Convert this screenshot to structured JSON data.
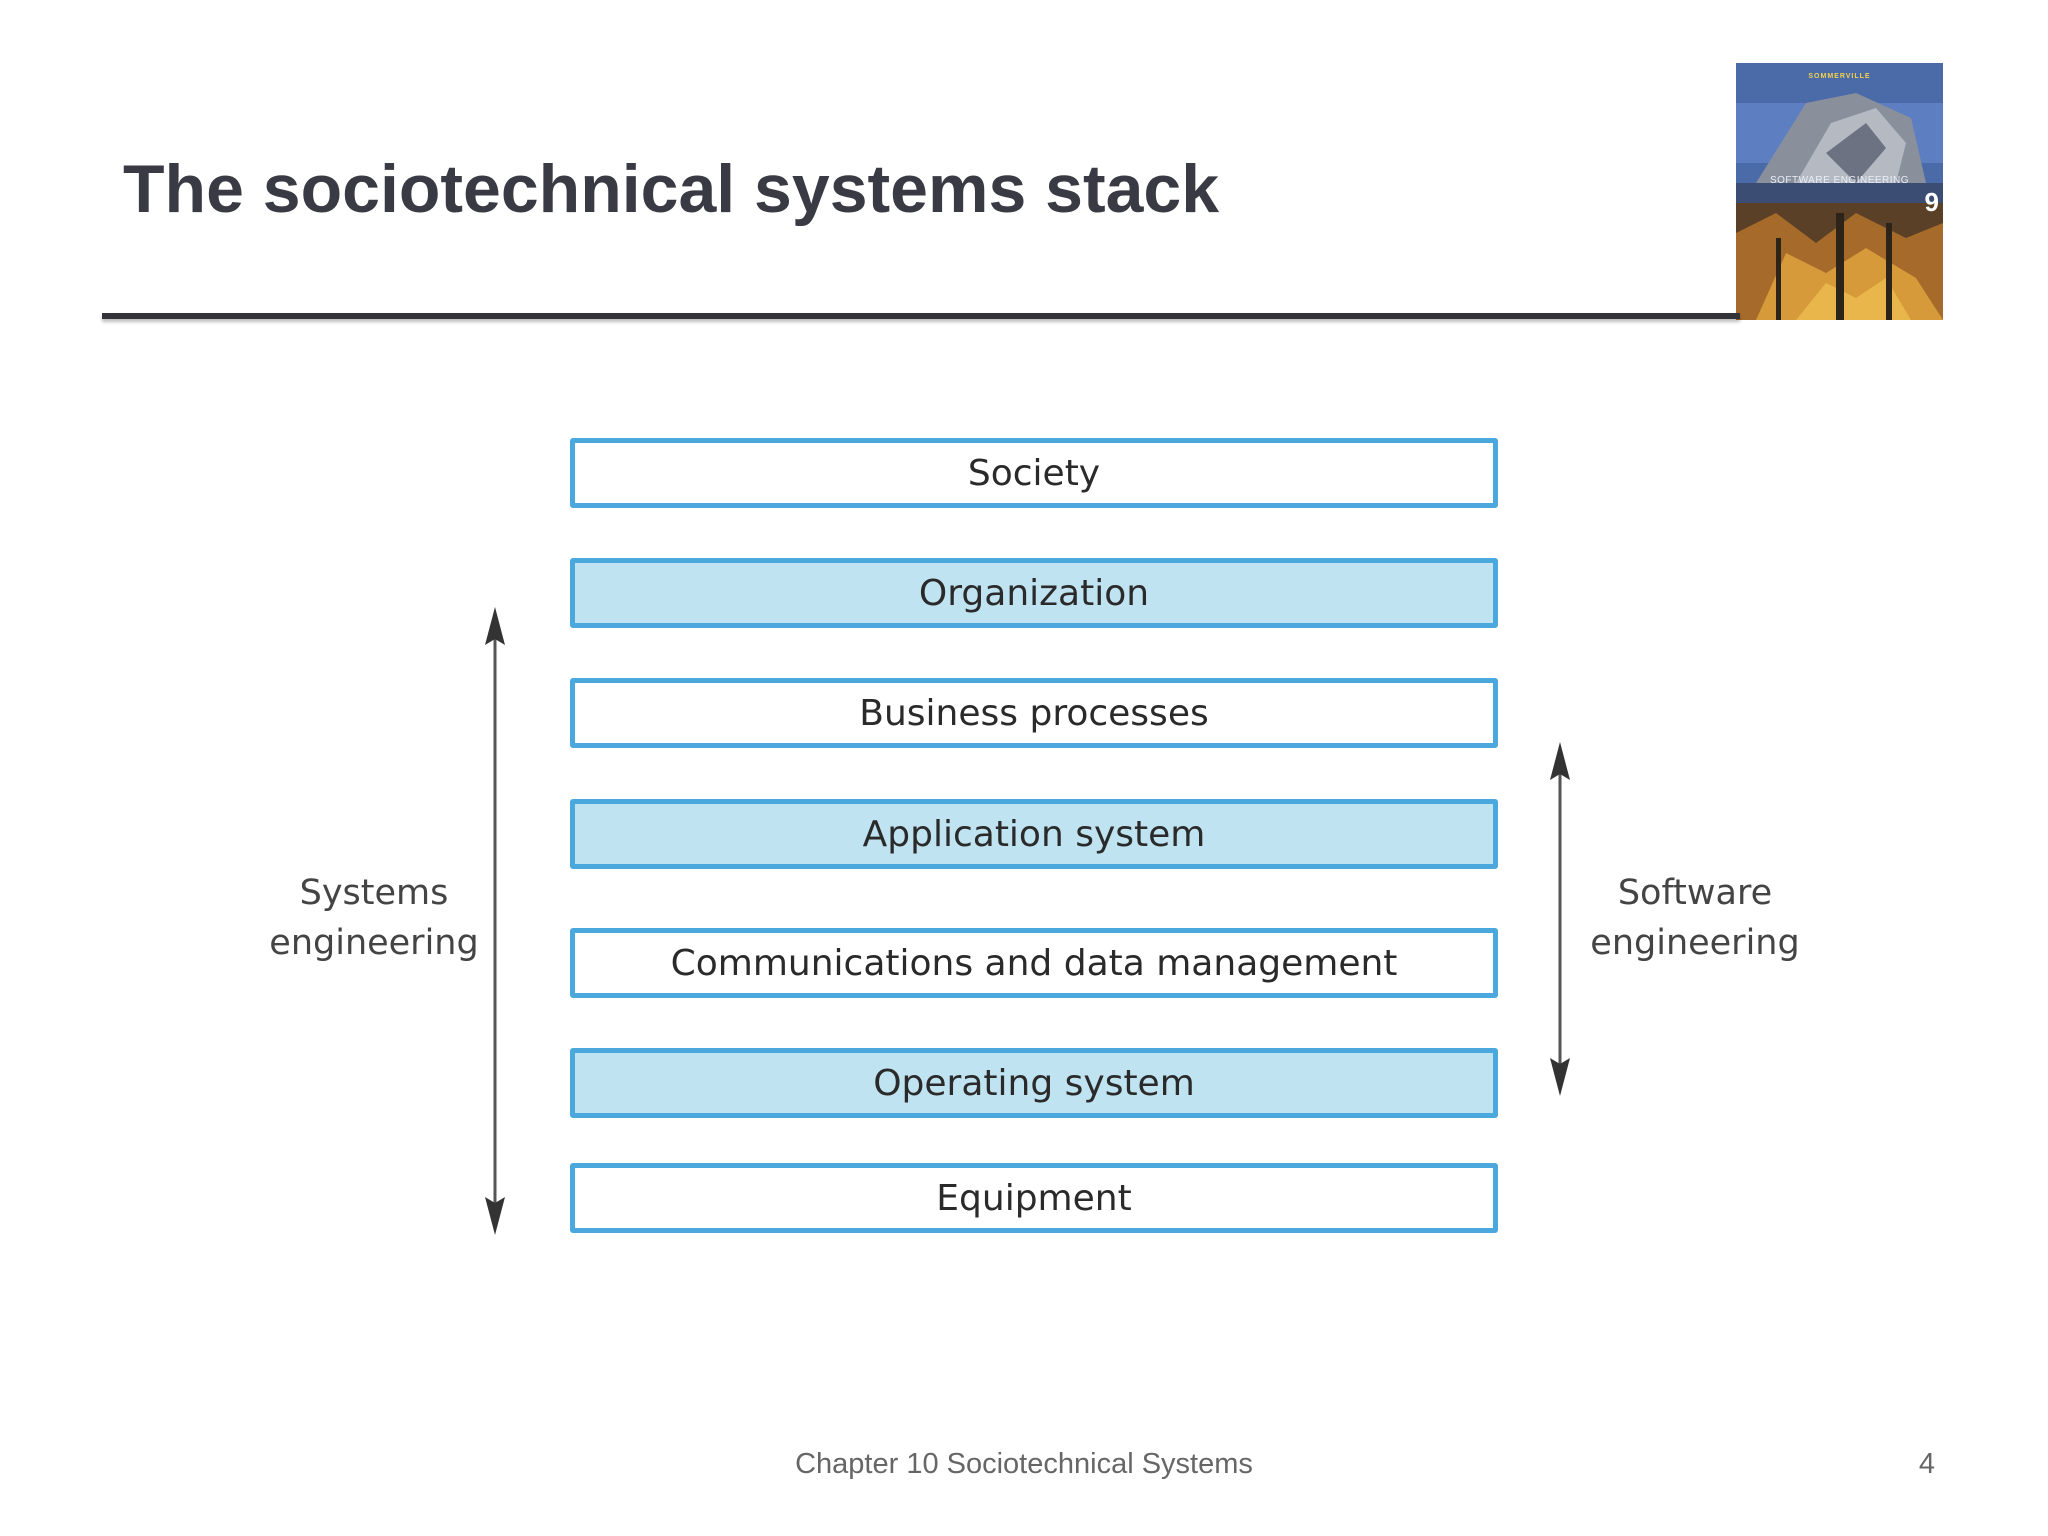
{
  "slide": {
    "title": "The sociotechnical systems stack",
    "footer": "Chapter 10 Sociotechnical Systems",
    "page_number": "4"
  },
  "book_cover": {
    "top_text": "SOMMERVILLE",
    "lettering": "SOFTWARE ENGINEERING",
    "edition": "9"
  },
  "stack": {
    "layers": [
      {
        "label": "Society",
        "fill": "white"
      },
      {
        "label": "Organization",
        "fill": "blue"
      },
      {
        "label": "Business processes",
        "fill": "white"
      },
      {
        "label": "Application system",
        "fill": "blue"
      },
      {
        "label": "Communications and data management",
        "fill": "white"
      },
      {
        "label": "Operating system",
        "fill": "blue"
      },
      {
        "label": "Equipment",
        "fill": "white"
      }
    ]
  },
  "left_label": {
    "line1": "Systems",
    "line2": "engineering"
  },
  "right_label": {
    "line1": "Software",
    "line2": "engineering"
  },
  "colors": {
    "layer_border": "#4aa8dc",
    "layer_fill_blue": "#bfe3f0",
    "title_text": "#3a3a44"
  }
}
